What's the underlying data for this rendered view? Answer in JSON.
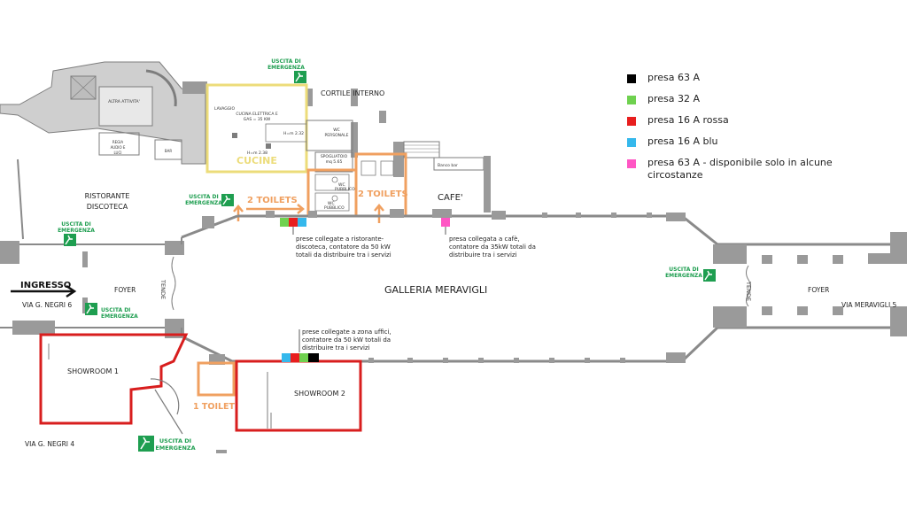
{
  "colors": {
    "wall": "#9a9a9a",
    "wall_dark": "#7d7d7d",
    "line": "#5a5a5a",
    "showroom_red": "#d81e1e",
    "toilet_orange": "#f0a060",
    "kitchen_yellow": "#ecdc7a",
    "exit_green": "#1e9e50",
    "socket_black": "#000000",
    "socket_green": "#6fd14f",
    "socket_red": "#e81e1e",
    "socket_blue": "#35b8ec",
    "socket_pink": "#ff56c4"
  },
  "legend": [
    {
      "label": "presa 63 A",
      "color": "#000000"
    },
    {
      "label": "presa 32 A",
      "color": "#6fd14f"
    },
    {
      "label": "presa 16 A rossa",
      "color": "#e81e1e"
    },
    {
      "label": "presa 16 A blu",
      "color": "#35b8ec"
    },
    {
      "label": "presa 63 A - disponibile solo in alcune circostanze",
      "line1": "presa 63 A - disponibile solo in alcune",
      "line2": "circostanze",
      "color": "#ff56c4"
    }
  ],
  "rooms": {
    "ristorante_line1": "RISTORANTE",
    "ristorante_line2": "DISCOTECA",
    "foyer_left": "FOYER",
    "foyer_right": "FOYER",
    "galleria": "GALLERIA MERAVIGLI",
    "cafe": "CAFE'",
    "cucine": "CUCINE",
    "cortile": "CORTILE INTERNO",
    "showroom1": "SHOWROOM 1",
    "showroom2": "SHOWROOM 2",
    "tende_left": "TENDE",
    "tende_right": "TENDE",
    "altra_attivita": "ALTRA ATTIVITA'",
    "regia_line1": "REGIA",
    "regia_line2": "AUDIO E",
    "regia_line3": "LUCI",
    "bar": "BAR",
    "lavaggio": "LAVAGGIO",
    "cucina_elettrica_line1": "CUCINA ELETTRICA E",
    "cucina_elettrica_line2": "GAS = 35 KW",
    "h_cucina": "H=m 2.38",
    "h_wc": "H=m 2.32",
    "wc_personale_line1": "WC",
    "wc_personale_line2": "PERSONALE",
    "spogliatoio_line1": "SPOGLIATOIO",
    "spogliatoio_line2": "mq 5.65",
    "wc_pubblico1_line1": "WC",
    "wc_pubblico1_line2": "PUBBLICO",
    "wc_pubblico2_line1": "WC",
    "wc_pubblico2_line2": "PUBBLICO",
    "banco_bar": "Banco bar"
  },
  "streets": {
    "negri6": "VIA G. NEGRI 6",
    "negri4": "VIA G. NEGRI 4",
    "meravigli5": "VIA MERAVIGLI 5"
  },
  "entrance": "INGRESSO",
  "toilets": {
    "left": "2 TOILETS",
    "right": "2 TOILETS",
    "single": "1 TOILET"
  },
  "exits": {
    "line1": "USCITA DI",
    "line2": "EMERGENZA"
  },
  "notes": {
    "ristorante_line1": "prese collegate a ristorante-",
    "ristorante_line2": "discoteca, contatore da 50 kW",
    "ristorante_line3": "totali da distribuire tra i servizi",
    "cafe_line1": "presa collegata a cafè,",
    "cafe_line2": "contatore da 35kW totali da",
    "cafe_line3": "distribuire tra i servizi",
    "uffici_line1": "prese collegate a zona uffici,",
    "uffici_line2": "contatore da 50 kW totali da",
    "uffici_line3": "distribuire tra i servizi"
  }
}
